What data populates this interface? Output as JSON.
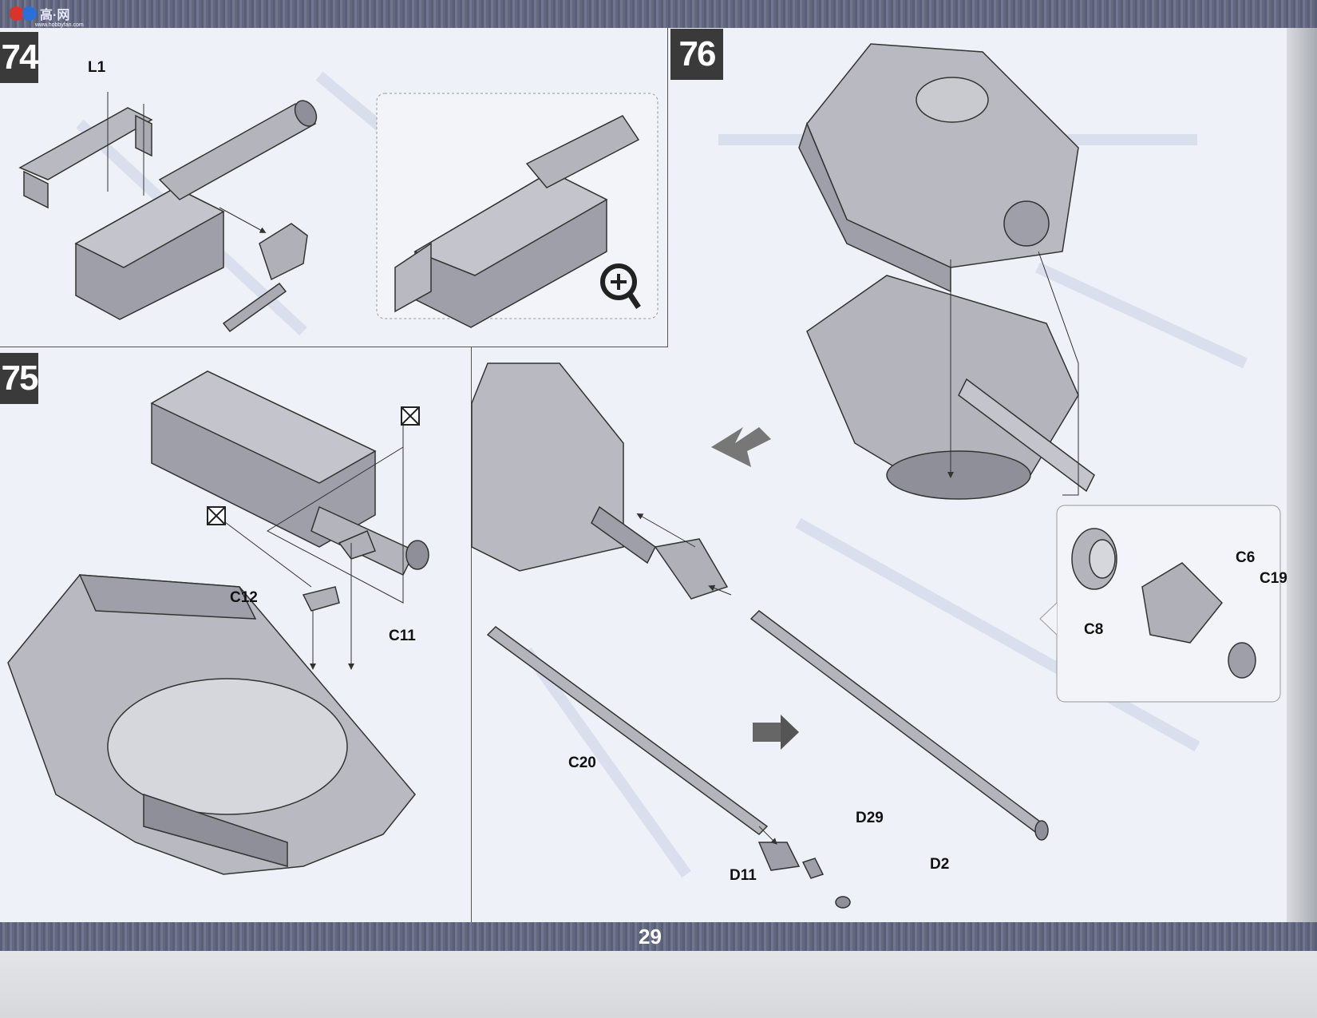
{
  "site_logo": {
    "text": "高·网",
    "sub": "www.hobbyfan.com"
  },
  "page_number": "29",
  "steps": [
    {
      "number": "74",
      "labels": [
        "L1"
      ]
    },
    {
      "number": "75",
      "labels": [
        "C12",
        "C11"
      ]
    },
    {
      "number": "76",
      "labels": [
        "C6",
        "C19",
        "C8",
        "C20",
        "D29",
        "D11",
        "D2"
      ]
    }
  ],
  "zoom_icon": "magnify-plus-icon",
  "colors": {
    "header_stripe": "#63687f",
    "step_box": "#3a3a3a",
    "paper": "#eef1f7",
    "part_gray": "#a9aab2"
  }
}
